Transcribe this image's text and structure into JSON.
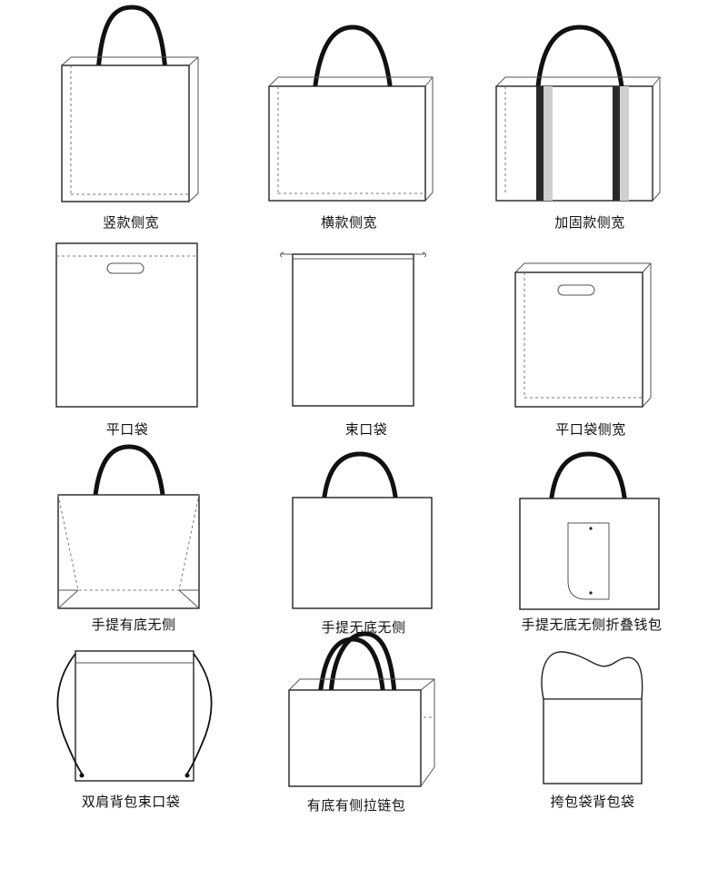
{
  "bags": [
    {
      "id": "bag-1",
      "label": "竖款侧宽"
    },
    {
      "id": "bag-2",
      "label": "横款侧宽"
    },
    {
      "id": "bag-3",
      "label": "加固款侧宽"
    },
    {
      "id": "bag-4",
      "label": "平口袋"
    },
    {
      "id": "bag-5",
      "label": "束口袋"
    },
    {
      "id": "bag-6",
      "label": "平口袋侧宽"
    },
    {
      "id": "bag-7",
      "label": "手提有底无侧"
    },
    {
      "id": "bag-8",
      "label": "手提无底无侧"
    },
    {
      "id": "bag-9",
      "label": "手提无底无侧折叠钱包"
    },
    {
      "id": "bag-10",
      "label": "双肩背包束口袋"
    },
    {
      "id": "bag-11",
      "label": "有底有侧拉链包"
    },
    {
      "id": "bag-12",
      "label": "挎包袋背包袋"
    }
  ]
}
